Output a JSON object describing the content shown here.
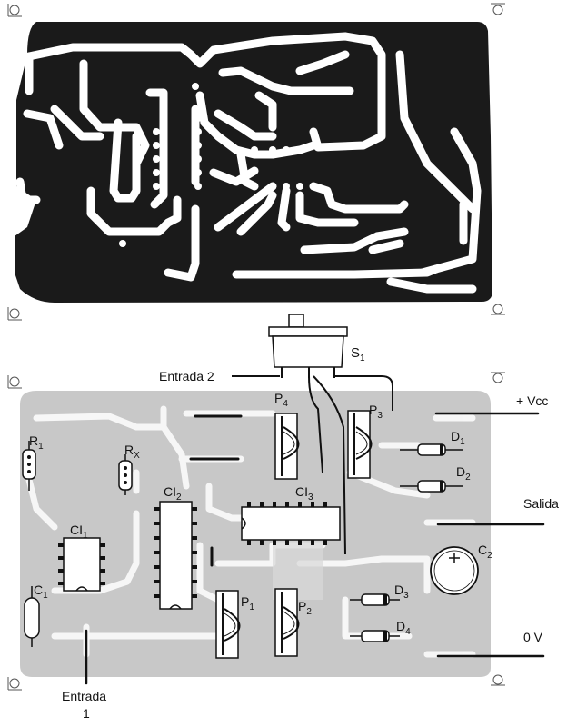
{
  "components": {
    "s1": {
      "main": "S",
      "sub": "1"
    },
    "p1": {
      "main": "P",
      "sub": "1"
    },
    "p2": {
      "main": "P",
      "sub": "2"
    },
    "p3": {
      "main": "P",
      "sub": "3"
    },
    "p4": {
      "main": "P",
      "sub": "4"
    },
    "ci1": {
      "main": "CI",
      "sub": "1"
    },
    "ci2": {
      "main": "CI",
      "sub": "2"
    },
    "ci3": {
      "main": "CI",
      "sub": "3"
    },
    "r1": {
      "main": "R",
      "sub": "1"
    },
    "rx": {
      "main": "R",
      "sub": "X"
    },
    "c1": {
      "main": "C",
      "sub": "1"
    },
    "c2": {
      "main": "C",
      "sub": "2"
    },
    "d1": {
      "main": "D",
      "sub": "1"
    },
    "d2": {
      "main": "D",
      "sub": "2"
    },
    "d3": {
      "main": "D",
      "sub": "3"
    },
    "d4": {
      "main": "D",
      "sub": "4"
    }
  },
  "connections": {
    "entrada2": "Entrada 2",
    "entrada1_line1": "Entrada",
    "entrada1_line2": "1",
    "vcc": "+ Vcc",
    "salida": "Salida",
    "gnd": "0 V"
  },
  "colors": {
    "copper": "#1a1a1a",
    "board": "#c8c8c8",
    "trace_light": "#ffffff",
    "ink": "#111111"
  }
}
